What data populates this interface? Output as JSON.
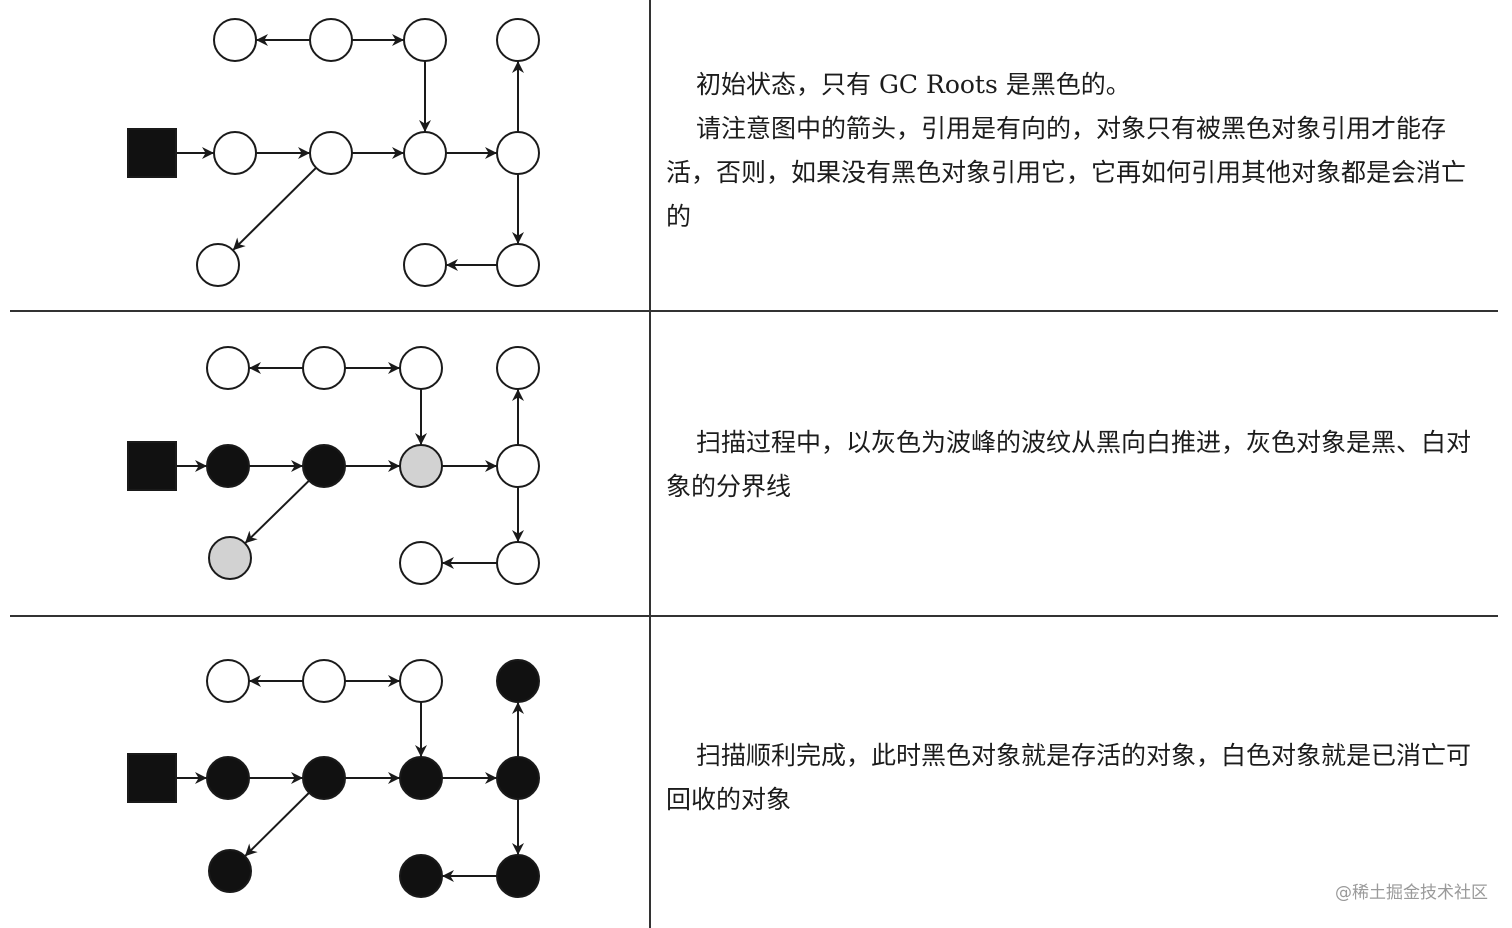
{
  "colors": {
    "white": "#ffffff",
    "gray": "#d2d2d2",
    "black": "#111111",
    "line": "#1a1a1a"
  },
  "rows": [
    {
      "paragraphs": [
        "初始状态，只有 GC Roots 是黑色的。",
        "请注意图中的箭头，引用是有向的，对象只有被黑色对象引用才能存活，否则，如果没有黑色对象引用它，它再如何引用其他对象都是会消亡的"
      ],
      "nodes": [
        {
          "id": "a",
          "shape": "square",
          "fill": "black"
        },
        {
          "id": "b",
          "fill": "white"
        },
        {
          "id": "c",
          "fill": "white"
        },
        {
          "id": "d",
          "fill": "white"
        },
        {
          "id": "e",
          "fill": "white"
        },
        {
          "id": "f",
          "fill": "white"
        },
        {
          "id": "g",
          "fill": "white"
        },
        {
          "id": "h",
          "fill": "white"
        },
        {
          "id": "i",
          "fill": "white"
        },
        {
          "id": "j",
          "fill": "white"
        },
        {
          "id": "k",
          "fill": "white"
        }
      ]
    },
    {
      "paragraphs": [
        "扫描过程中，以灰色为波峰的波纹从黑向白推进，灰色对象是黑、白对象的分界线"
      ],
      "nodes": [
        {
          "id": "a",
          "shape": "square",
          "fill": "black"
        },
        {
          "id": "b",
          "fill": "white"
        },
        {
          "id": "c",
          "fill": "white"
        },
        {
          "id": "d",
          "fill": "white"
        },
        {
          "id": "e",
          "fill": "white"
        },
        {
          "id": "f",
          "fill": "black"
        },
        {
          "id": "g",
          "fill": "black"
        },
        {
          "id": "h",
          "fill": "gray"
        },
        {
          "id": "i",
          "fill": "white"
        },
        {
          "id": "j",
          "fill": "gray"
        },
        {
          "id": "k",
          "fill": "white"
        }
      ]
    },
    {
      "paragraphs": [
        "扫描顺利完成，此时黑色对象就是存活的对象，白色对象就是已消亡可回收的对象"
      ],
      "nodes": [
        {
          "id": "a",
          "shape": "square",
          "fill": "black"
        },
        {
          "id": "b",
          "fill": "white"
        },
        {
          "id": "c",
          "fill": "white"
        },
        {
          "id": "d",
          "fill": "white"
        },
        {
          "id": "e",
          "fill": "black"
        },
        {
          "id": "f",
          "fill": "black"
        },
        {
          "id": "g",
          "fill": "black"
        },
        {
          "id": "h",
          "fill": "black"
        },
        {
          "id": "i",
          "fill": "black"
        },
        {
          "id": "j",
          "fill": "black"
        },
        {
          "id": "k",
          "fill": "black"
        }
      ]
    }
  ],
  "edges": [
    {
      "from": "c",
      "to": "b"
    },
    {
      "from": "c",
      "to": "d"
    },
    {
      "from": "d",
      "to": "h"
    },
    {
      "from": "i",
      "to": "e"
    },
    {
      "from": "a",
      "to": "f"
    },
    {
      "from": "f",
      "to": "g"
    },
    {
      "from": "g",
      "to": "h"
    },
    {
      "from": "h",
      "to": "i"
    },
    {
      "from": "g",
      "to": "j"
    },
    {
      "from": "i",
      "to": "l"
    },
    {
      "from": "l",
      "to": "k"
    }
  ],
  "extra_nodes": [
    {
      "id": "l"
    }
  ],
  "watermark": "@稀土掘金技术社区"
}
